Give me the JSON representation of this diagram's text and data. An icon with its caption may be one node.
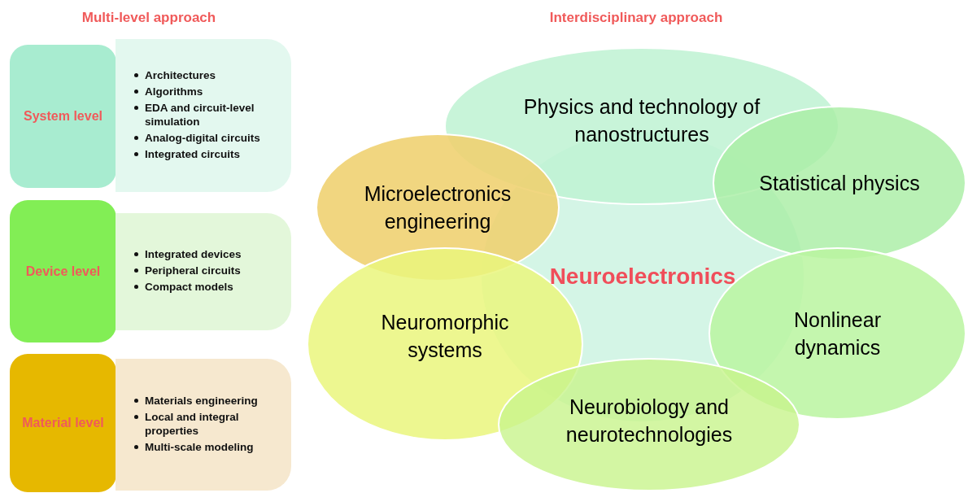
{
  "diagram": {
    "nodes": [
      {
        "text": [
          "System level"
        ]
      },
      {
        "text": [
          "Architectures",
          "Algorithms",
          "EDA and circuit-level simulation",
          "Analog-digital circuits",
          "Integrated circuits"
        ]
      },
      {
        "text": [
          "Device level"
        ]
      },
      {
        "text": [
          "Integrated devices",
          "Peripheral circuits",
          "Compact models"
        ]
      },
      {
        "text": [
          "Material level"
        ]
      },
      {
        "text": [
          "Materials engineering",
          "Local and integral properties",
          "Multi-scale modeling"
        ]
      },
      {
        "text": [
          "Neuroelectronics"
        ]
      },
      {
        "text": [
          "Physics and technology of nanostructures"
        ]
      },
      {
        "text": [
          "Microelectronics engineering"
        ]
      },
      {
        "text": [
          "Statistical physics"
        ]
      },
      {
        "text": [
          "Neuromorphic systems"
        ]
      },
      {
        "text": [
          "Nonlinear dynamics"
        ]
      },
      {
        "text": [
          "Neurobiology and neurotechnologies"
        ]
      }
    ],
    "labels": [
      "Multi-level approach",
      "Interdisciplinary approach"
    ]
  }
}
